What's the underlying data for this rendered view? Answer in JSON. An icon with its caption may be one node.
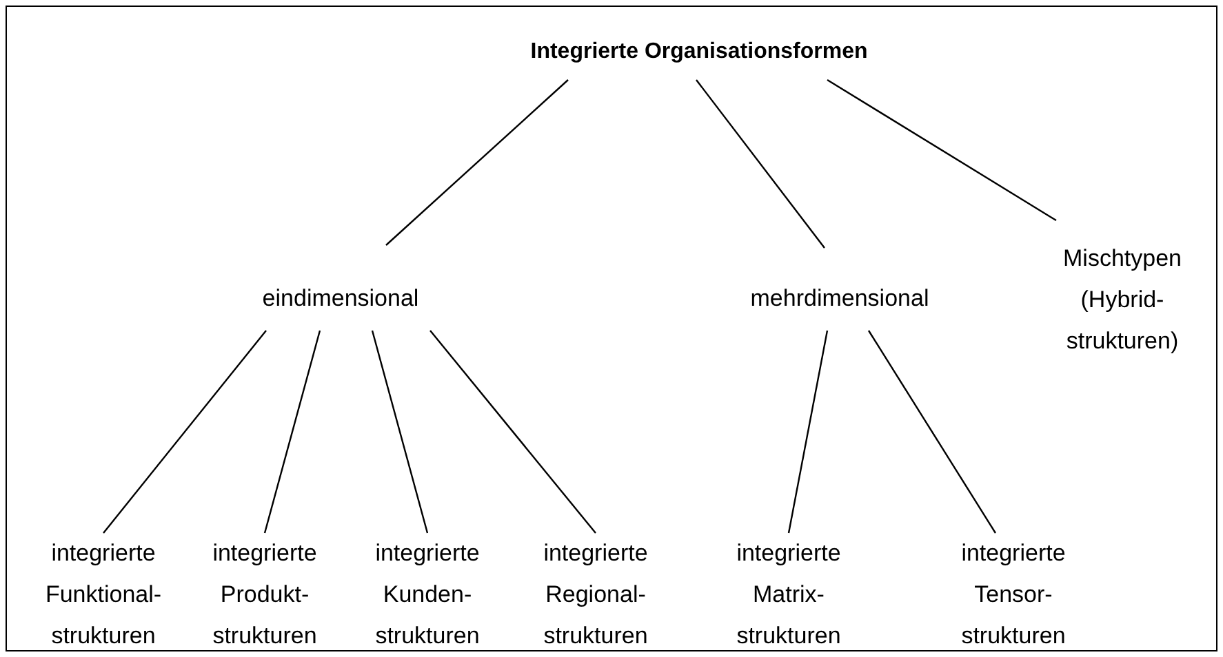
{
  "diagram": {
    "nodes": [
      {
        "text": [
          "Integrierte Organisationsformen"
        ]
      },
      {
        "text": [
          "eindimensional"
        ]
      },
      {
        "text": [
          "mehrdimensional"
        ]
      },
      {
        "text": [
          "Mischtypen (Hybrid- strukturen)"
        ]
      },
      {
        "text": [
          "integrierte Funktional- strukturen"
        ]
      },
      {
        "text": [
          "integrierte Produkt- strukturen"
        ]
      },
      {
        "text": [
          "integrierte Kunden- strukturen"
        ]
      },
      {
        "text": [
          "integrierte Regional- strukturen"
        ]
      },
      {
        "text": [
          "integrierte Matrix- strukturen"
        ]
      },
      {
        "text": [
          "integrierte Tensor- strukturen"
        ]
      }
    ],
    "edges": [
      {
        "from": 0,
        "to": 1,
        "arrow": "none"
      },
      {
        "from": 0,
        "to": 2,
        "arrow": "none"
      },
      {
        "from": 0,
        "to": 3,
        "arrow": "none"
      },
      {
        "from": 1,
        "to": 4,
        "arrow": "none"
      },
      {
        "from": 1,
        "to": 5,
        "arrow": "none"
      },
      {
        "from": 1,
        "to": 6,
        "arrow": "none"
      },
      {
        "from": 1,
        "to": 7,
        "arrow": "none"
      },
      {
        "from": 2,
        "to": 8,
        "arrow": "none"
      },
      {
        "from": 2,
        "to": 9,
        "arrow": "none"
      }
    ]
  }
}
